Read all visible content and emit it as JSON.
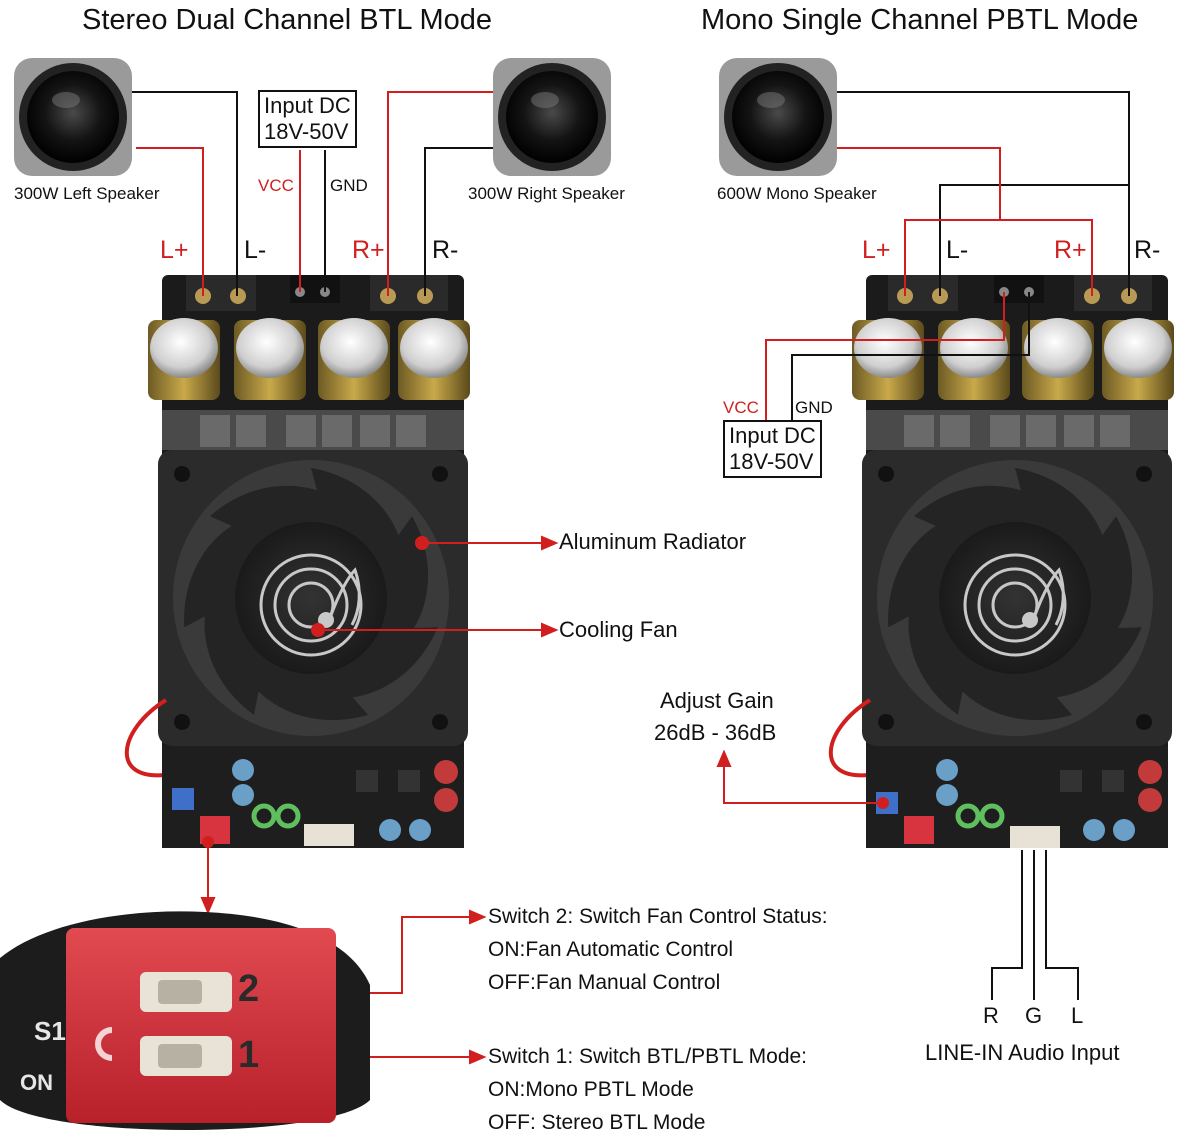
{
  "titles": {
    "stereo": "Stereo Dual Channel BTL Mode",
    "mono": "Mono Single Channel PBTL Mode"
  },
  "speakers": {
    "left": "300W Left Speaker",
    "right": "300W Right Speaker",
    "mono": "600W Mono Speaker"
  },
  "power": {
    "box_line1": "Input DC",
    "box_line2": "18V-50V",
    "vcc": "VCC",
    "gnd": "GND"
  },
  "terminals": {
    "lp": "L+",
    "lm": "L-",
    "rp": "R+",
    "rm": "R-"
  },
  "callouts": {
    "radiator": "Aluminum Radiator",
    "fan": "Cooling Fan",
    "gain_line1": "Adjust Gain",
    "gain_line2": "26dB - 36dB"
  },
  "switch2": {
    "title": "Switch 2: Switch Fan Control Status:",
    "on": "ON:Fan Automatic Control",
    "off": "OFF:Fan Manual Control"
  },
  "switch1": {
    "title": "Switch 1: Switch BTL/PBTL Mode:",
    "on": "ON:Mono PBTL Mode",
    "off": "OFF: Stereo BTL Mode"
  },
  "line_in": {
    "r": "R",
    "g": "G",
    "l": "L",
    "label": "LINE-IN Audio Input"
  },
  "dip_closeup": {
    "num2": "2",
    "num1": "1",
    "s1": "S1",
    "on": "ON"
  },
  "colors": {
    "wire_red": "#d11f1f",
    "wire_black": "#111111",
    "board": "#1b1b1b",
    "heatsink": "#3a3a3a",
    "capacitor": "#c9b98a",
    "dip": "#d8343f"
  }
}
